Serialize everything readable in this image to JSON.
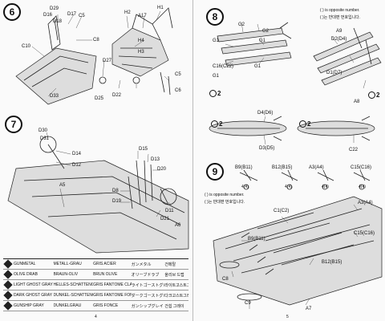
{
  "left_page": {
    "page_number": "4",
    "step6": {
      "number": "6",
      "labels": [
        "D29",
        "D17",
        "C5",
        "D16",
        "D18",
        "C8",
        "C10",
        "D33",
        "H2",
        "A17",
        "H1",
        "H4",
        "H3",
        "D27",
        "C5",
        "D25",
        "D22",
        "C6"
      ]
    },
    "step7": {
      "number": "7",
      "labels": [
        "D30",
        "D31",
        "D14",
        "D12",
        "D15",
        "D13",
        "D20",
        "D8",
        "D19",
        "D21",
        "D11",
        "A5",
        "A6"
      ]
    },
    "legend": [
      {
        "code": "1",
        "en": "GUNMETAL",
        "de": "METALL-GRAU",
        "fr": "GRIS ACIER",
        "jp": "ガンメタル",
        "kr": "건메탈"
      },
      {
        "code": "2",
        "en": "OLIVE DRAB",
        "de": "BRAUN-OLIV",
        "fr": "BRUN OLIVE",
        "jp": "オリーブドラブ",
        "kr": "올리브 드랩"
      },
      {
        "code": "3",
        "en": "LIGHT GHOST GRAY",
        "de": "HELLES-SCHATTENGRAU",
        "fr": "GRIS FANTÔME CLAIR",
        "jp": "ライトゴーストグレイ",
        "kr": "라이트고스트그레이"
      },
      {
        "code": "4",
        "en": "DARK GHOST GRAY",
        "de": "DUNKEL-SCHATTENGRAU",
        "fr": "GRIS FANTÔME FONCÉ",
        "jp": "ダークゴーストグレイ",
        "kr": "다크고스트그레이"
      },
      {
        "code": "5",
        "en": "GUNSHIP GRAY",
        "de": "DUNKELGRAU",
        "fr": "GRIS FONCÉ",
        "jp": "ガンシップグレイ",
        "kr": "건쉽 그레이"
      }
    ]
  },
  "right_page": {
    "page_number": "5",
    "step8": {
      "number": "8",
      "note_en": "( ) is opposite number.",
      "note_kr": "( )는 반대편 번호입니다.",
      "labels": [
        "G2",
        "G2",
        "G1",
        "G1",
        "C16(C22)",
        "G1",
        "G1",
        "A9",
        "D2(D4)",
        "D1(D7)",
        "A8",
        "D4(D6)",
        "D3(D5)",
        "C22"
      ],
      "quantities": [
        "2",
        "2",
        "2",
        "2"
      ]
    },
    "step9": {
      "number": "9",
      "note_en": "( ) is opposite number.",
      "note_kr": "( )는 반대편 번호입니다.",
      "labels": [
        "B9(B11)",
        "B12(B15)",
        "A3(A4)",
        "C15(C16)",
        "A3(A4)",
        "C1(C2)",
        "C15(C16)",
        "B9(B11)",
        "B12(B15)",
        "C8",
        "C9",
        "A7"
      ],
      "side_counts": [
        "4(4)",
        "4(4)",
        "4(4)",
        "4(4)"
      ]
    }
  }
}
